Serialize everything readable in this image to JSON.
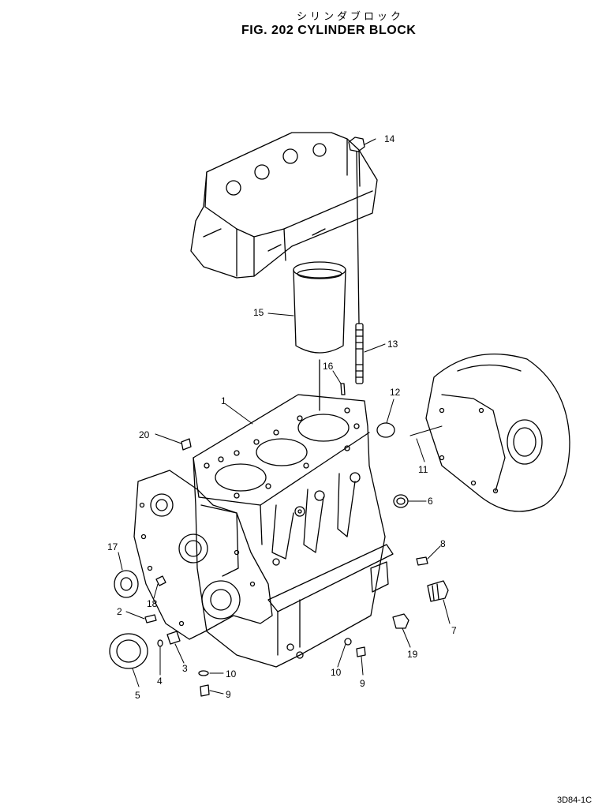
{
  "header": {
    "title_jp": "シリンダブロック",
    "title": "FIG. 202  CYLINDER BLOCK"
  },
  "footer": {
    "code": "3D84-1C"
  },
  "callouts": [
    "1",
    "2",
    "3",
    "4",
    "5",
    "6",
    "7",
    "8",
    "9",
    "9",
    "10",
    "10",
    "11",
    "12",
    "13",
    "14",
    "15",
    "16",
    "17",
    "18",
    "19",
    "20"
  ]
}
